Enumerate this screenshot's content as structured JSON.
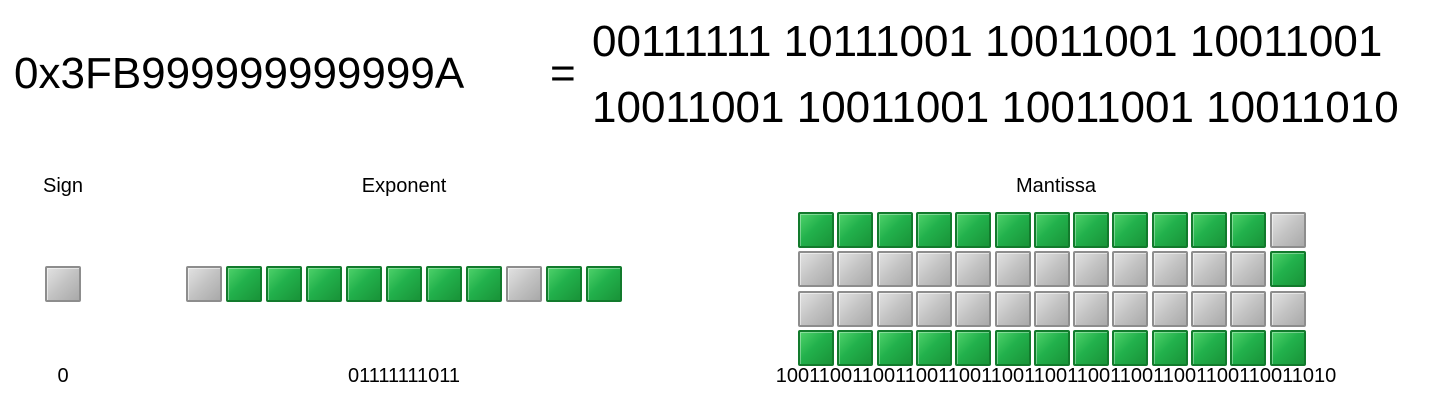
{
  "hex_value": "0x3FB999999999999A",
  "equals": "=",
  "binary_line1": "00111111 10111001 10011001 10011001",
  "binary_line2": "10011001 10011001 10011001 10011010",
  "sign": {
    "title": "Sign",
    "bits": "0"
  },
  "exponent": {
    "title": "Exponent",
    "bits": "01111111011"
  },
  "mantissa": {
    "title": "Mantissa",
    "bits": "1001100110011001100110011001100110011001100110011010"
  },
  "colors": {
    "bit_one": "#22b14c",
    "bit_zero": "#c3c3c3"
  }
}
